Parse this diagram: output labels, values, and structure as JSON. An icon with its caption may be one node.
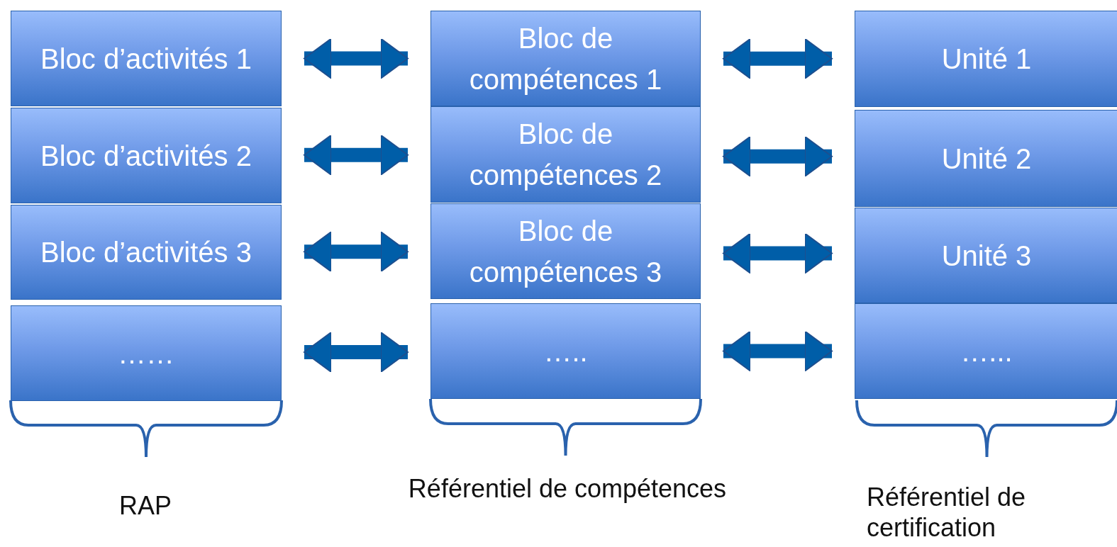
{
  "diagram": {
    "nodes": [
      {
        "text": [
          "Bloc d’activités 1"
        ]
      },
      {
        "text": [
          "Bloc d’activités 2"
        ]
      },
      {
        "text": [
          "Bloc d’activités 3"
        ]
      },
      {
        "text": [
          "……"
        ]
      },
      {
        "text": [
          "Bloc de compétences 1"
        ]
      },
      {
        "text": [
          "Bloc de compétences 2"
        ]
      },
      {
        "text": [
          "Bloc de compétences 3"
        ]
      },
      {
        "text": [
          "….."
        ]
      },
      {
        "text": [
          "Unité 1"
        ]
      },
      {
        "text": [
          "Unité 2"
        ]
      },
      {
        "text": [
          "Unité 3"
        ]
      },
      {
        "text": [
          "…..."
        ]
      }
    ],
    "edges": [
      {
        "from": 0,
        "to": 4,
        "arrow": "both"
      },
      {
        "from": 1,
        "to": 5,
        "arrow": "both"
      },
      {
        "from": 2,
        "to": 6,
        "arrow": "both"
      },
      {
        "from": 3,
        "to": 7,
        "arrow": "both"
      },
      {
        "from": 4,
        "to": 8,
        "arrow": "both"
      },
      {
        "from": 5,
        "to": 9,
        "arrow": "both"
      },
      {
        "from": 6,
        "to": 10,
        "arrow": "both"
      },
      {
        "from": 7,
        "to": 11,
        "arrow": "both"
      }
    ],
    "labels": [
      "RAP",
      "Référentiel de compétences",
      "Référentiel de certification"
    ]
  }
}
